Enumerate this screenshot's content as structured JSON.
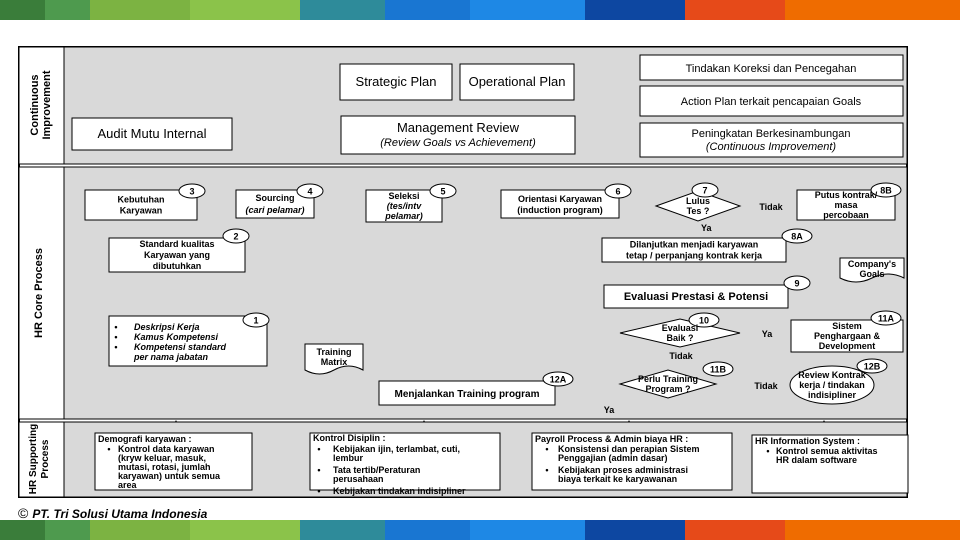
{
  "colors": {
    "stripe": [
      "#3a7d3a",
      "#4e9a4e",
      "#7cb342",
      "#8bc34a",
      "#2e8b9a",
      "#1976d2",
      "#1e88e5",
      "#0d47a1",
      "#e64a19",
      "#ef6c00"
    ],
    "panel_fill": "#d9d9d9",
    "box_fill": "#ffffff",
    "line": "#000000"
  },
  "footer": {
    "copyright_symbol": "©",
    "company": "PT. Tri Solusi Utama Indonesia"
  },
  "sections": {
    "ci": "Continuous Improvement",
    "core": "HR Core Process",
    "support": "HR Supporting Process"
  },
  "ci": {
    "audit": "Audit Mutu Internal",
    "strategic": "Strategic Plan",
    "operational": "Operational Plan",
    "mgmt_title": "Management Review",
    "mgmt_sub": "(Review Goals vs Achievement)",
    "tindakan": "Tindakan Koreksi dan Pencegahan",
    "action_plan": "Action Plan terkait pencapaian Goals",
    "peningkatan_1": "Peningkatan Berkesinambungan",
    "peningkatan_2": "(Continuous Improvement)"
  },
  "core": {
    "kebutuhan": [
      "Kebutuhan",
      "Karyawan"
    ],
    "sourcing": [
      "Sourcing",
      "(cari pelamar)"
    ],
    "seleksi": [
      "Seleksi",
      "(tes/intv",
      "pelamar)"
    ],
    "orientasi": [
      "Orientasi Karyawan",
      "(induction program)"
    ],
    "lulus": [
      "Lulus",
      "Tes ?"
    ],
    "putus": [
      "Putus kontrak/",
      "masa",
      "percobaan"
    ],
    "standard": [
      "Standard kualitas",
      "Karyawan yang",
      "dibutuhkan"
    ],
    "dilanjutkan": [
      "Dilanjutkan menjadi karyawan",
      "tetap / perpanjang kontrak kerja"
    ],
    "company_goals": [
      "Company's",
      "Goals"
    ],
    "evaluasi_pp": "Evaluasi Prestasi & Potensi",
    "evaluasi_baik": [
      "Evaluasi",
      "Baik ?"
    ],
    "sistem": [
      "Sistem",
      "Penghargaan &",
      "Development"
    ],
    "deskripsi": [
      "Deskripsi Kerja",
      "Kamus Kompetensi",
      "Kompetensi standard",
      "per nama jabatan"
    ],
    "training_matrix": [
      "Training",
      "Matrix"
    ],
    "menjalankan": "Menjalankan Training program",
    "perlu": [
      "Perlu Training",
      "Program ?"
    ],
    "review": [
      "Review Kontrak",
      "kerja / tindakan",
      "indisipliner"
    ],
    "ya": "Ya",
    "tidak": "Tidak",
    "nums": {
      "n1": "1",
      "n2": "2",
      "n3": "3",
      "n4": "4",
      "n5": "5",
      "n6": "6",
      "n7": "7",
      "n8a": "8A",
      "n8b": "8B",
      "n9": "9",
      "n10": "10",
      "n11a": "11A",
      "n11b": "11B",
      "n12a": "12A",
      "n12b": "12B"
    }
  },
  "support": {
    "demografi": {
      "title": "Demografi karyawan :",
      "lines": [
        "Kontrol data karyawan",
        "(kryw keluar, masuk,",
        "mutasi, rotasi, jumlah",
        "karyawan) untuk semua",
        "area"
      ]
    },
    "disiplin": {
      "title": "Kontrol Disiplin :",
      "items": [
        [
          "Kebijakan ijin, terlambat, cuti,",
          "lembur"
        ],
        [
          "Tata tertib/Peraturan",
          "perusahaan"
        ],
        [
          "Kebijakan tindakan indisipliner"
        ]
      ]
    },
    "payroll": {
      "title": "Payroll Process & Admin biaya HR :",
      "items": [
        [
          "Konsistensi dan perapian Sistem",
          "Penggajian (admin dasar)"
        ],
        [
          "Kebijakan proses administrasi",
          "biaya terkait ke karyawanan"
        ]
      ]
    },
    "his": {
      "title": "HR Information System  :",
      "items": [
        [
          "Kontrol semua aktivitas",
          "HR dalam software"
        ]
      ]
    }
  }
}
